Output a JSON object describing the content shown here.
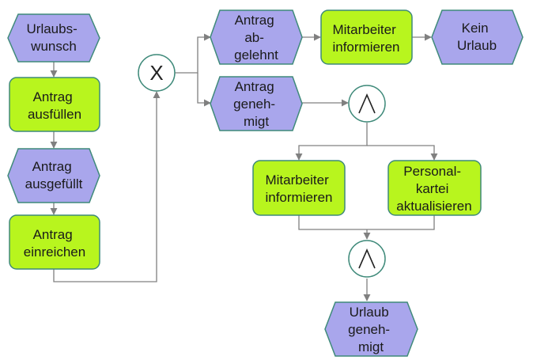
{
  "colors": {
    "event_fill": "#a9a6ec",
    "event_stroke": "#3f8a7a",
    "function_fill": "#b8f51e",
    "function_stroke": "#3f8a7a",
    "connector_stroke": "#3f8a7a",
    "edge": "#808080"
  },
  "nodes": {
    "urlaubswunsch": {
      "kind": "event",
      "lines": [
        "Urlaubs-",
        "wunsch"
      ]
    },
    "antrag_ausfuellen": {
      "kind": "function",
      "lines": [
        "Antrag",
        "ausfüllen"
      ]
    },
    "antrag_ausgefuellt": {
      "kind": "event",
      "lines": [
        "Antrag",
        "ausgefüllt"
      ]
    },
    "antrag_einreichen": {
      "kind": "function",
      "lines": [
        "Antrag",
        "einreichen"
      ]
    },
    "xor_connector": {
      "kind": "xor",
      "label": "X"
    },
    "antrag_abgelehnt": {
      "kind": "event",
      "lines": [
        "Antrag",
        "ab-",
        "gelehnt"
      ]
    },
    "mitarbeiter_informieren_1": {
      "kind": "function",
      "lines": [
        "Mitarbeiter",
        "informieren"
      ]
    },
    "kein_urlaub": {
      "kind": "event",
      "lines": [
        "Kein",
        "Urlaub"
      ]
    },
    "antrag_genehmigt": {
      "kind": "event",
      "lines": [
        "Antrag",
        "geneh-",
        "migt"
      ]
    },
    "and_connector_split": {
      "kind": "and"
    },
    "mitarbeiter_informieren_2": {
      "kind": "function",
      "lines": [
        "Mitarbeiter",
        "informieren"
      ]
    },
    "personalkartei_aktualisieren": {
      "kind": "function",
      "lines": [
        "Personal-",
        "kartei",
        "aktualisieren"
      ]
    },
    "and_connector_join": {
      "kind": "and"
    },
    "urlaub_genehmigt": {
      "kind": "event",
      "lines": [
        "Urlaub",
        "geneh-",
        "migt"
      ]
    }
  }
}
